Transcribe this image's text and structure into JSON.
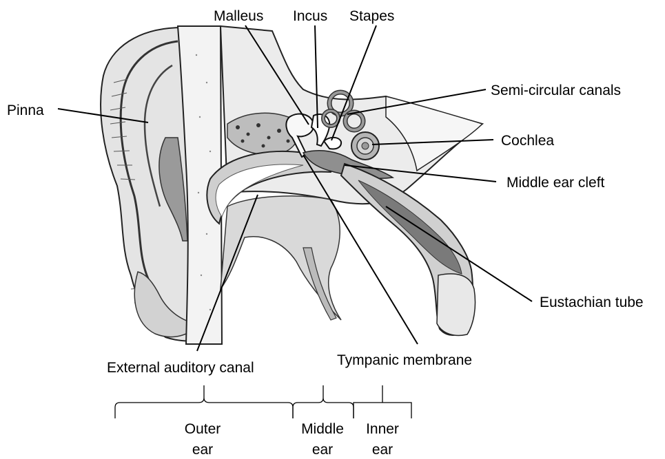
{
  "labels": {
    "malleus": "Malleus",
    "incus": "Incus",
    "stapes": "Stapes",
    "pinna": "Pinna",
    "semicircular": "Semi-circular canals",
    "cochlea": "Cochlea",
    "middle_ear_cleft": "Middle ear cleft",
    "eustachian_tube": "Eustachian tube",
    "external_canal": "External auditory canal",
    "tympanic_membrane": "Tympanic membrane"
  },
  "regions": {
    "outer": [
      "Outer",
      "ear"
    ],
    "middle": [
      "Middle",
      "ear"
    ],
    "inner": [
      "Inner",
      "ear"
    ]
  }
}
